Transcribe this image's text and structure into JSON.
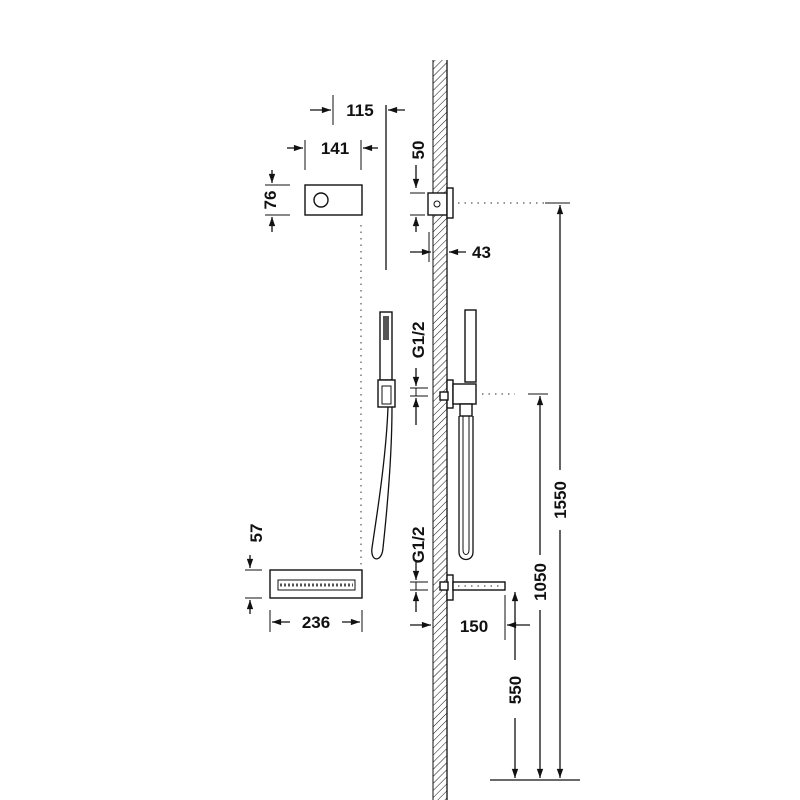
{
  "dimensions": {
    "panel_depth": "115",
    "panel_width": "141",
    "panel_height": "76",
    "valve_height": "50",
    "valve_projection": "43",
    "thread_upper": "G1/2",
    "thread_lower": "G1/2",
    "spout_height": "57",
    "spout_width": "236",
    "spout_projection": "150",
    "outlet_height_hand": "1050",
    "outlet_height_spout": "550",
    "valve_height_floor": "1550"
  },
  "colors": {
    "line": "#111111",
    "background": "#ffffff"
  }
}
